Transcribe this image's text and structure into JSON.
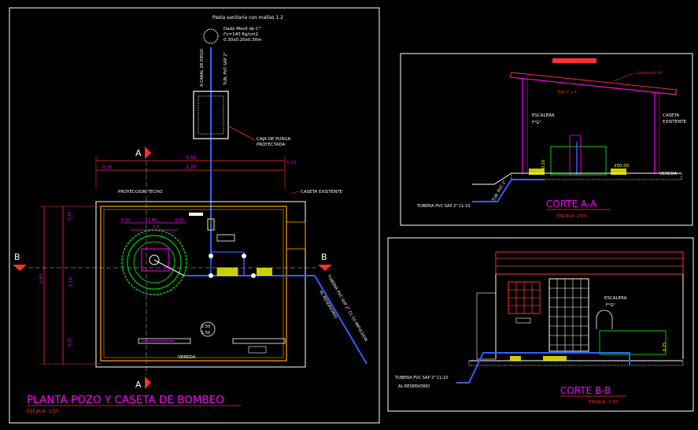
{
  "plan": {
    "title": "PLANTA POZO Y CASETA DE BOMBEO",
    "scale": "ESCALA: 1/35",
    "note_top": "Pasta sanitaria con mallas 1.2",
    "note_pipe_1": "Dado Movil de C°",
    "note_pipe_2": "f'c=140 Kg/cm2",
    "note_pipe_3": "0.30x0.20x0.30m",
    "vertical_label_1": "A CANAL DE RIEGO",
    "vertical_label_2": "TUB. PVC SAP 2\"",
    "box_label_1": "CAJA DE PURGA",
    "box_label_2": "PROYECTADA",
    "dim_top_total": "3.50",
    "dim_top_left": "0.15",
    "dim_top_mid": "3.20",
    "dim_top_right": "0.15",
    "dim_left_total": "3.10",
    "dim_left_a": "0.15",
    "dim_left_b": "2.80",
    "dim_left_c": "0.15",
    "dim_circle_a": "0.30",
    "dim_circle_b": "1.40",
    "dim_circle_c": "0.20",
    "dim_circle_d": "1.0",
    "label_projection": "PROYECCION TECHO",
    "label_existing": "CASETA EXISTENTE",
    "label_sidewalk": "VEREDA",
    "label_level_1": "2.50",
    "label_level_2": "1.50",
    "label_pipe_diag": "TUBERIA PVC SAP 2\" CL-10 IMPULSION",
    "label_reservoir": "AL RESERVORIO",
    "section_A": "A",
    "section_B": "B"
  },
  "section_aa": {
    "title": "CORTE A-A",
    "scale": "ESCALA: 1/25",
    "label_ladder": "ESCALERA",
    "label_ladder_sub": "F°G°",
    "label_existing": "CASETA",
    "label_existing_2": "EXISTENTE",
    "label_sidewalk": "VEREDA",
    "label_level": "250.00",
    "label_pipe": "TUBERIA PVC SAP 2\" CL-10",
    "label_pipe_vert": "TUB. PVC 2\"",
    "label_roof_1": "Calamina 0.14\"",
    "label_roof_2": "Viga 2\" x 4\"",
    "label_dim": "0.20"
  },
  "section_bb": {
    "title": "CORTE B-B",
    "scale": "ESCALA: 1/35",
    "label_ladder": "ESCALERA",
    "label_ladder_sub": "F°G°",
    "label_pipe": "TUBERIA PVC SAP 2\" CL-10",
    "label_reservoir": "AL RESERVORIO",
    "label_dim": "0.25"
  }
}
